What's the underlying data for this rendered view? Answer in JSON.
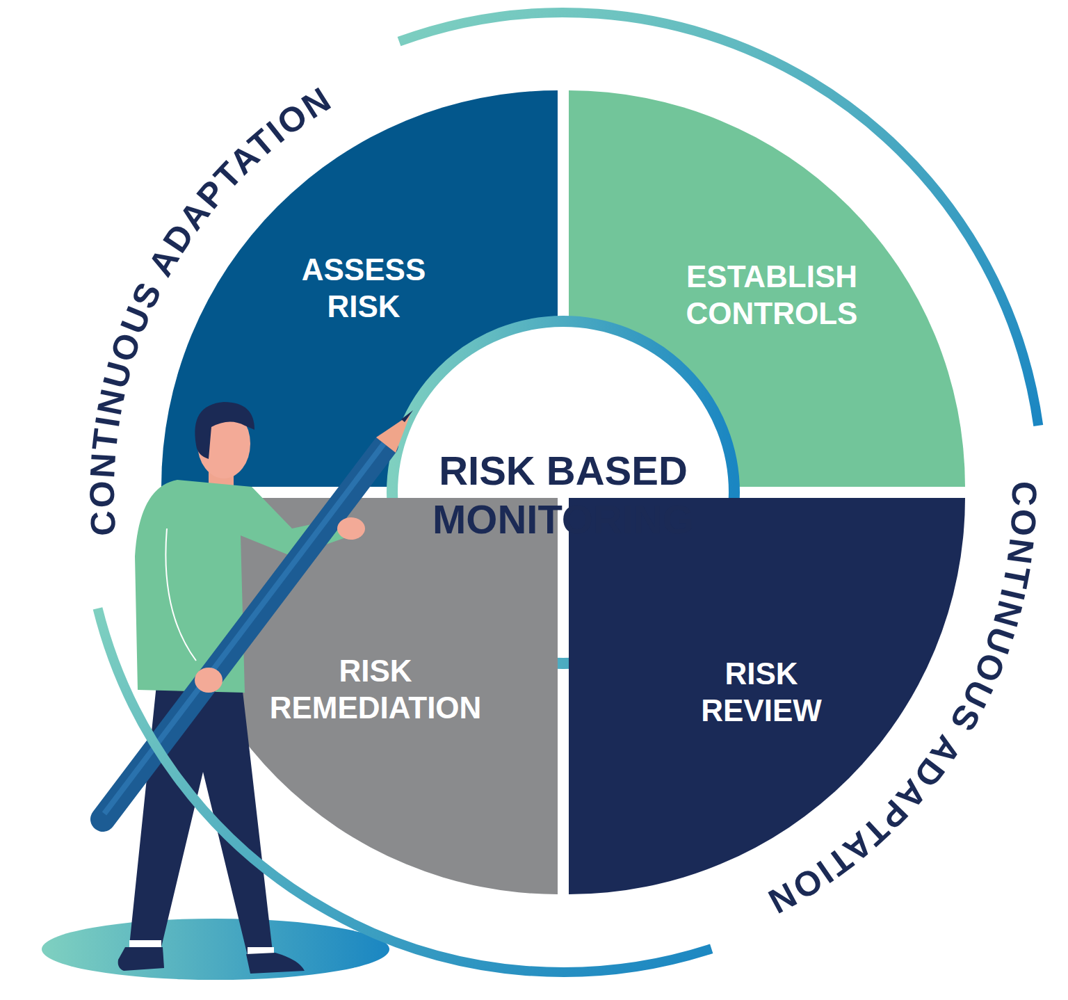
{
  "diagram": {
    "nodes": [
      {
        "text": [
          "ASSESS RISK"
        ]
      },
      {
        "text": [
          "ESTABLISH CONTROLS"
        ]
      },
      {
        "text": [
          "RISK BASED MONITORING"
        ]
      },
      {
        "text": [
          "RISK REMEDIATION"
        ]
      },
      {
        "text": [
          "RISK REVIEW"
        ]
      }
    ],
    "labels": [
      "CONTINUOUS ADAPTATION",
      "CONTINUOUS ADAPTATION"
    ]
  }
}
